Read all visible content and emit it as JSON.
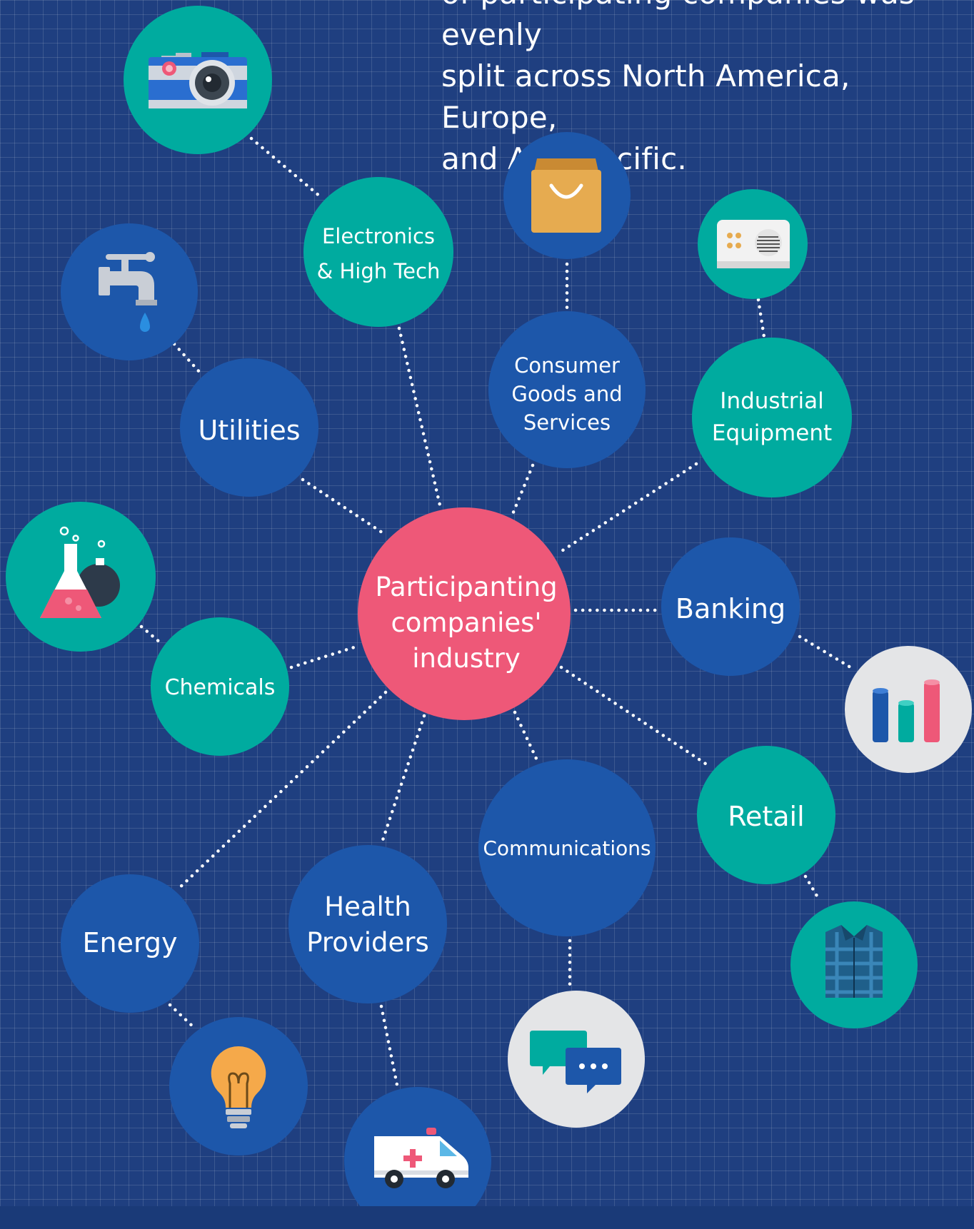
{
  "intro_text": {
    "line1": "of participating companies was evenly",
    "line2": "split across North America, Europe,",
    "line3": "and Asia Pacific."
  },
  "center": {
    "lines": [
      "Participanting",
      "companies'",
      "industry"
    ]
  },
  "industries": {
    "electronics": {
      "lines": [
        "Electronics",
        "& High Tech"
      ],
      "icon": "camera-icon"
    },
    "consumer": {
      "lines": [
        "Consumer",
        "Goods and",
        "Services"
      ],
      "icon": "shopping-bag-icon"
    },
    "industrial": {
      "lines": [
        "Industrial",
        "Equipment"
      ],
      "icon": "radio-icon"
    },
    "utilities": {
      "lines": [
        "Utilities"
      ],
      "icon": "water-tap-icon"
    },
    "banking": {
      "lines": [
        "Banking"
      ],
      "icon": "bar-chart-icon"
    },
    "chemicals": {
      "lines": [
        "Chemicals"
      ],
      "icon": "flask-icon"
    },
    "retail": {
      "lines": [
        "Retail"
      ],
      "icon": "shirt-icon"
    },
    "communications": {
      "lines": [
        "Communications"
      ],
      "icon": "chat-bubbles-icon"
    },
    "health": {
      "lines": [
        "Health",
        "Providers"
      ],
      "icon": "ambulance-icon"
    },
    "energy": {
      "lines": [
        "Energy"
      ],
      "icon": "light-bulb-icon"
    }
  },
  "colors": {
    "background": "#1f3f80",
    "center": "#ee5878",
    "blue_node": "#1d57aa",
    "teal_node": "#00ab9f",
    "light_node": "#e4e5e7"
  }
}
